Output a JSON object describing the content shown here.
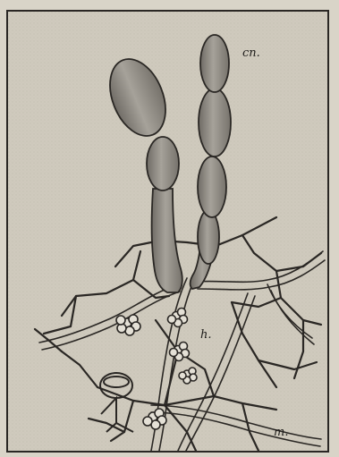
{
  "figure": {
    "labels": {
      "conidia": "cn.",
      "haustoria": "h.",
      "mycelium": "m."
    }
  },
  "colors": {
    "paper": "#d9d4c8",
    "plate": "#cfcabd",
    "ink": "#2a2724",
    "fungus_fill": "#8f8b84",
    "fungus_shade": "#6f6b65"
  }
}
